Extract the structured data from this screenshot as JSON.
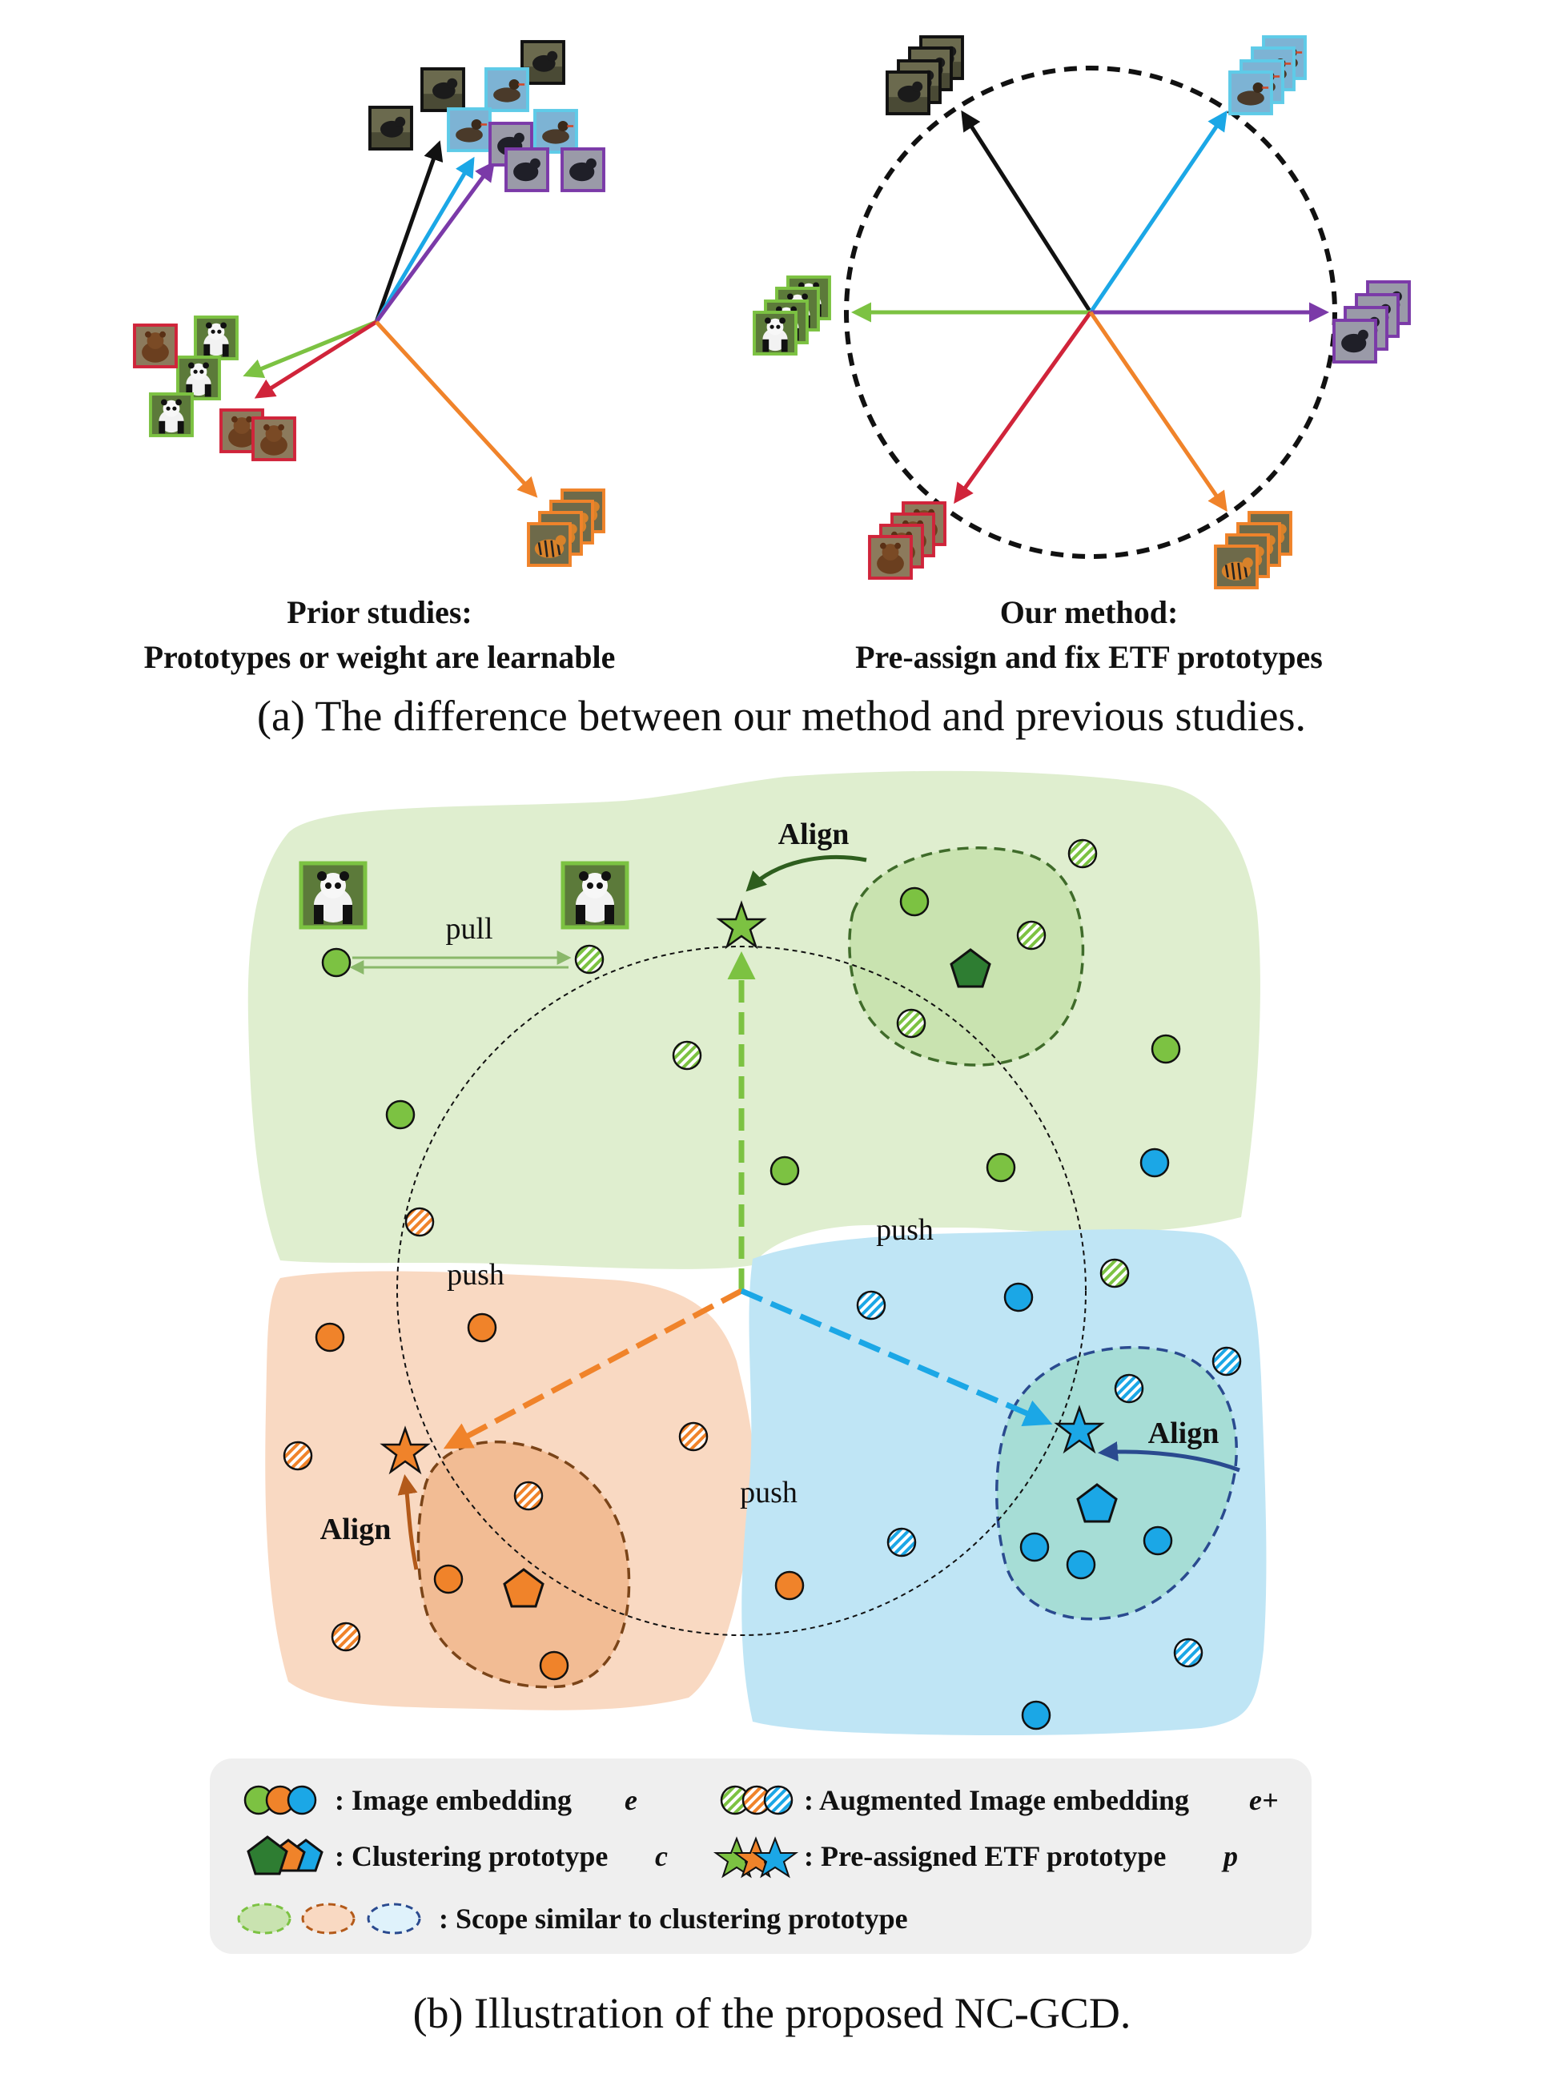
{
  "panel_a": {
    "left_caption_line1": "Prior studies:",
    "left_caption_line2": "Prototypes or weight are learnable",
    "right_caption_line1": "Our method:",
    "right_caption_line2": "Pre-assign and fix ETF prototypes",
    "caption": "(a) The difference between our method and previous studies."
  },
  "panel_b": {
    "labels": {
      "align_green": "Align",
      "align_blue": "Align",
      "align_orange": "Align",
      "pull": "pull",
      "push_top": "push",
      "push_left": "push",
      "push_bottom": "push"
    },
    "legend": {
      "image_embedding": ":  Image embedding",
      "image_embedding_sym": "e",
      "augmented_embedding": ":  Augmented Image embedding",
      "augmented_embedding_sym": "e+",
      "clustering_prototype": ":  Clustering prototype",
      "clustering_prototype_sym": "c",
      "etf_prototype": ":  Pre-assigned ETF prototype",
      "etf_prototype_sym": "p",
      "scope": ": Scope similar to clustering prototype"
    },
    "caption": "(b) Illustration of the proposed NC-GCD."
  },
  "colors": {
    "green": "#7cc242",
    "green_dark": "#2e5e1e",
    "orange": "#f0832a",
    "blue": "#1ba7e6",
    "blue_dark": "#2a4a8f",
    "red": "#d0243a",
    "purple": "#7b3aa8",
    "black": "#111111",
    "green_region": "#dfeecf",
    "orange_region": "#f9d9c2",
    "blue_region": "#bfe5f5"
  }
}
